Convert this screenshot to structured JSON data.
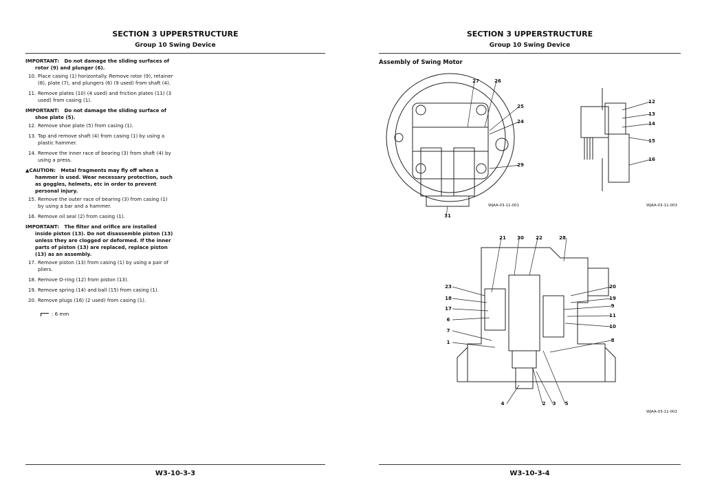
{
  "left_page": {
    "section": "SECTION 3 UPPERSTRUCTURE",
    "group": "Group 10 Swing Device",
    "page_number": "W3-10-3-3",
    "blocks": [
      {
        "type": "important",
        "label": "IMPORTANT:",
        "text": "Do not damage the sliding surfaces of rotor (9) and plunger (6)."
      },
      {
        "type": "step",
        "n": "10.",
        "text": "Place casing (1) horizontally. Remove rotor (9), retainer (8), plate (7), and plungers (6) (9 used) from shaft (4)."
      },
      {
        "type": "step",
        "n": "11.",
        "text": "Remove plates (10) (4 used) and friction plates (11) (3 used) from casing (1)."
      },
      {
        "type": "important",
        "label": "IMPORTANT:",
        "text": "Do not damage the sliding surface of shoe plate (5)."
      },
      {
        "type": "step",
        "n": "12.",
        "text": "Remove shoe plate (5) from casing (1)."
      },
      {
        "type": "step",
        "n": "13.",
        "text": "Tap and remove shaft (4) from casing (1) by using a plastic hammer."
      },
      {
        "type": "step",
        "n": "14.",
        "text": "Remove the inner race of bearing (3) from shaft (4) by using a press."
      },
      {
        "type": "caution",
        "label": "CAUTION:",
        "text": "Metal fragments may fly off when a hammer is used. Wear necessary protection, such as goggles, helmets, etc in order to prevent personal injury."
      },
      {
        "type": "step",
        "n": "15.",
        "text": "Remove the outer race of bearing (3) from casing (1) by using a bar and a hammer."
      },
      {
        "type": "step",
        "n": "16.",
        "text": "Remove oil seal (2) from casing (1)."
      },
      {
        "type": "important",
        "label": "IMPORTANT:",
        "text": "The filter and orifice are installed inside piston (13). Do not disassemble piston (13) unless they are clogged or deformed. If the inner parts of piston (13) are replaced, replace piston (13) as an assembly."
      },
      {
        "type": "step",
        "n": "17.",
        "text": "Remove piston (13) from casing (1) by using a pair of pliers."
      },
      {
        "type": "step",
        "n": "18.",
        "text": "Remove O-ring (12) from piston (13)."
      },
      {
        "type": "step",
        "n": "19.",
        "text": "Remove spring (14) and ball (15) from casing (1)."
      },
      {
        "type": "step",
        "n": "20.",
        "text": "Remove plugs (16) (2 used) from casing (1)."
      }
    ],
    "tool_note": ": 6 mm"
  },
  "right_page": {
    "section": "SECTION 3 UPPERSTRUCTURE",
    "group": "Group 10 Swing Device",
    "page_number": "W3-10-3-4",
    "subtitle": "Assembly of Swing Motor",
    "figures": [
      {
        "caption": "WJAA-03-11-001",
        "labels": [
          "27",
          "26",
          "25",
          "24",
          "29",
          "31"
        ]
      },
      {
        "caption": "WJAA-03-11-003",
        "labels": [
          "12",
          "13",
          "14",
          "15",
          "16"
        ]
      },
      {
        "caption": "WJAA-03-11-002",
        "labels": [
          "21",
          "30",
          "22",
          "28",
          "23",
          "18",
          "17",
          "6",
          "7",
          "1",
          "20",
          "19",
          "9",
          "11",
          "10",
          "8",
          "4",
          "2",
          "3",
          "5"
        ]
      }
    ]
  }
}
